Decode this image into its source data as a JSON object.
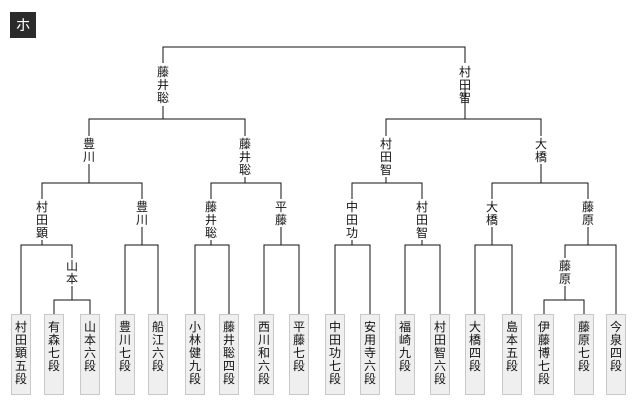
{
  "badge": "ホ",
  "rounds": {
    "final": [
      "藤井聡",
      "村田智"
    ],
    "semifinal": [
      "豊川",
      "藤井聡",
      "村田智",
      "大橋"
    ],
    "quarterfinal": [
      "村田顕",
      "豊川",
      "藤井聡",
      "平藤",
      "中田功",
      "村田智",
      "大橋",
      "藤原"
    ],
    "r16_extra_1": "山本",
    "r16_extra_2": "藤原"
  },
  "players": [
    "村田顕五段",
    "有森七段",
    "山本六段",
    "豊川七段",
    "船江六段",
    "小林健九段",
    "藤井聡四段",
    "西川和六段",
    "平藤七段",
    "中田功七段",
    "安用寺六段",
    "福崎九段",
    "村田智六段",
    "大橋四段",
    "島本五段",
    "伊藤博七段",
    "藤原七段",
    "今泉四段"
  ]
}
